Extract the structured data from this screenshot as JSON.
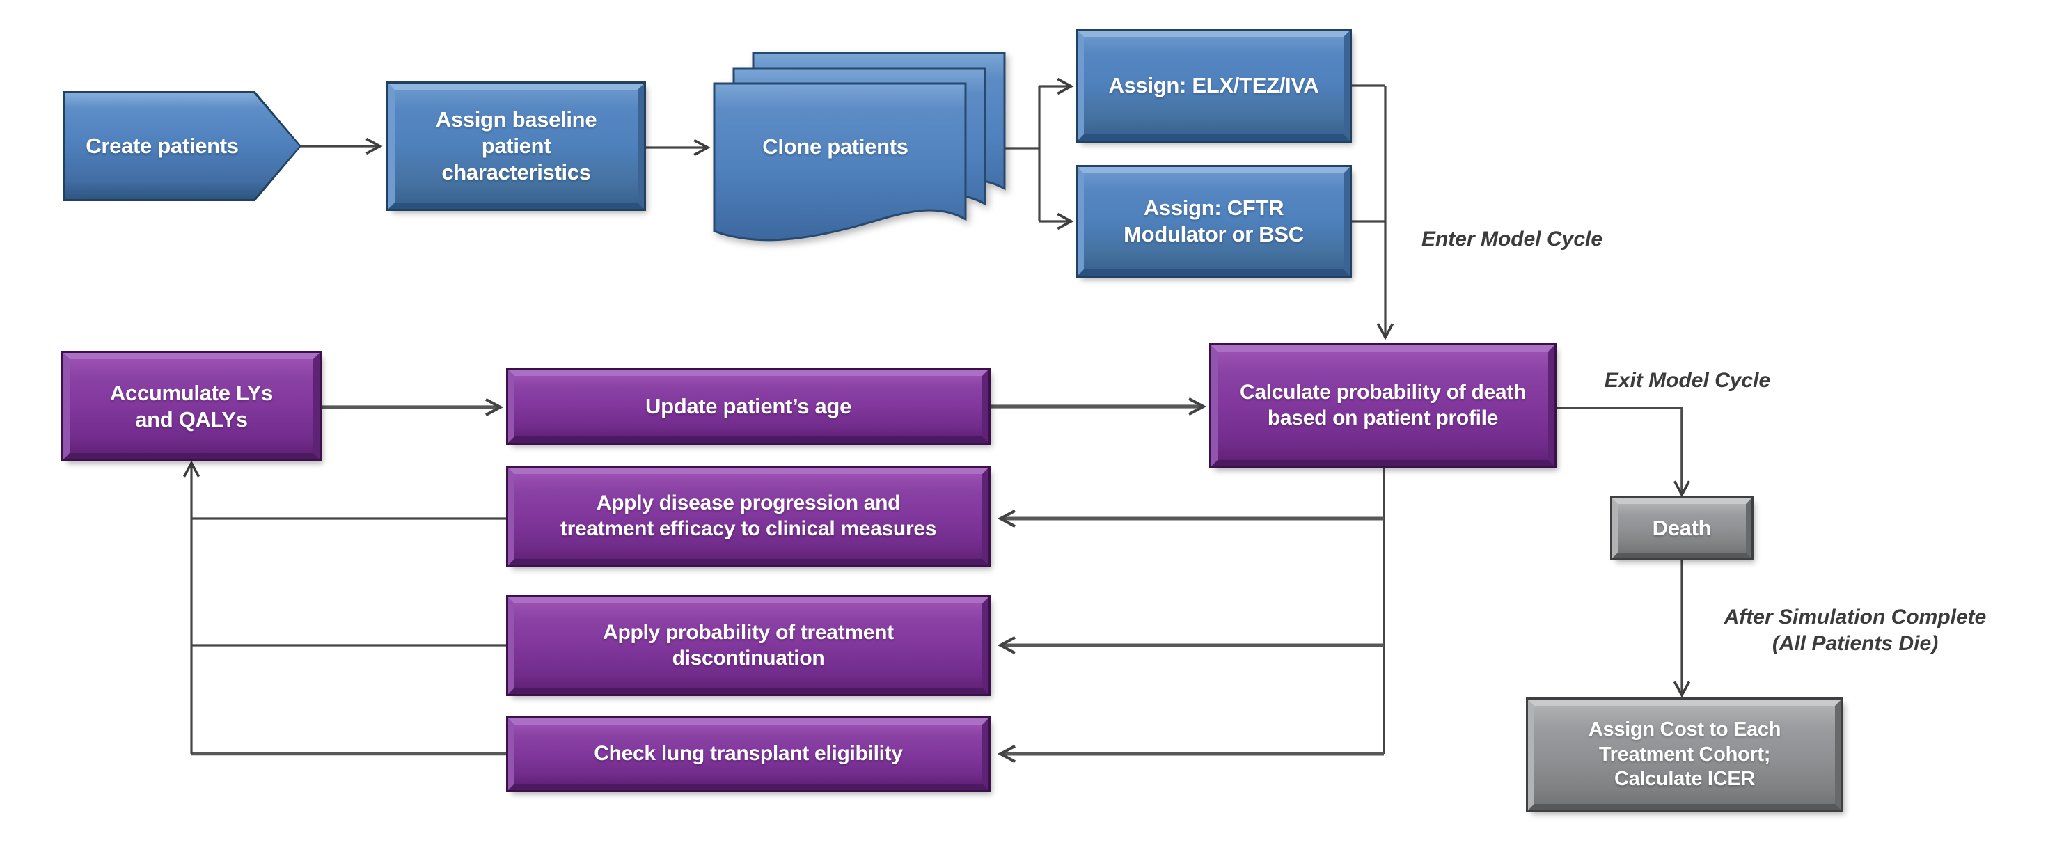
{
  "diagram": {
    "title_hint": "Patient-level simulation model flowchart",
    "colors": {
      "blue_node": "#4f81bd",
      "purple_node": "#81379c",
      "gray_node": "#909194",
      "connector": "#4a4a4a",
      "annotation_text": "#3b3b3b",
      "background": "#ffffff"
    },
    "nodes": {
      "create_patients": {
        "label": "Create patients"
      },
      "assign_baseline": {
        "label": "Assign baseline\npatient\ncharacteristics"
      },
      "clone_patients": {
        "label": "Clone patients"
      },
      "assign_elx": {
        "label": "Assign: ELX/TEZ/IVA"
      },
      "assign_cftr": {
        "label": "Assign: CFTR\nModulator or BSC"
      },
      "calc_death": {
        "label": "Calculate probability of death\nbased on patient profile"
      },
      "accumulate": {
        "label": "Accumulate LYs\nand QALYs"
      },
      "update_age": {
        "label": "Update patient’s age"
      },
      "apply_disease": {
        "label": "Apply disease progression and\ntreatment efficacy to clinical measures"
      },
      "apply_discontinuation": {
        "label": "Apply probability of treatment\ndiscontinuation"
      },
      "check_lung": {
        "label": "Check lung transplant eligibility"
      },
      "death": {
        "label": "Death"
      },
      "assign_cost": {
        "label": "Assign Cost to Each\nTreatment Cohort;\nCalculate ICER"
      }
    },
    "annotations": {
      "enter_cycle": "Enter Model Cycle",
      "exit_cycle": "Exit Model Cycle",
      "after_sim": "After Simulation Complete\n(All Patients Die)"
    }
  }
}
